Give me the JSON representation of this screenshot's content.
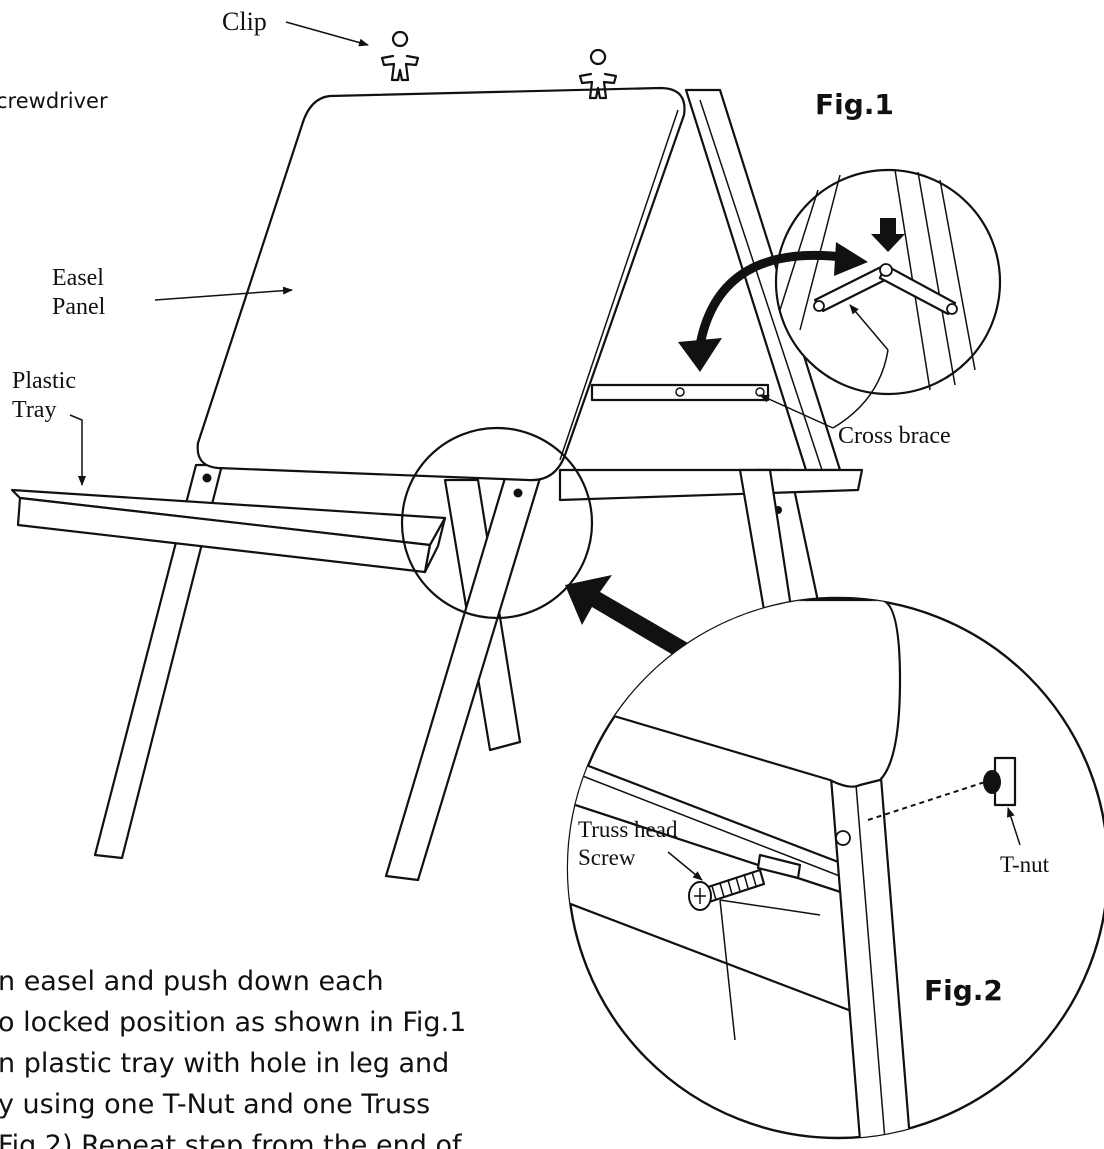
{
  "document": {
    "top_fragment": "crewdriver",
    "figures": {
      "fig1": "Fig.1",
      "fig2": "Fig.2"
    },
    "labels": {
      "clip": "Clip",
      "easel_panel_line1": "Easel",
      "easel_panel_line2": "Panel",
      "plastic_tray_line1": "Plastic",
      "plastic_tray_line2": "Tray",
      "cross_brace": "Cross brace",
      "truss_head_line1": "Truss head",
      "truss_head_line2": "Screw",
      "t_nut": "T-nut"
    },
    "instructions": [
      "n easel and push down each",
      "o locked position as shown in Fig.1",
      "n plastic tray with hole in leg and",
      "y using one T-Nut and one Truss",
      " Fig.2) Repeat step from the end of"
    ]
  }
}
